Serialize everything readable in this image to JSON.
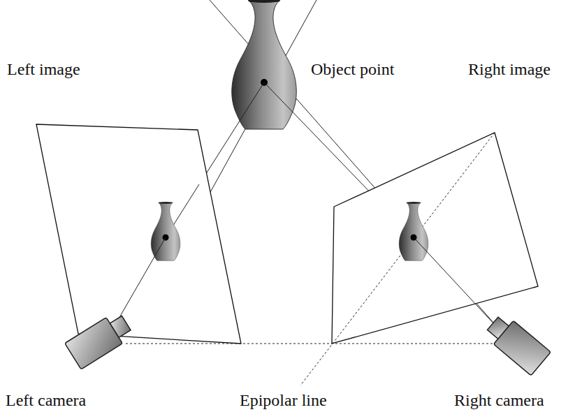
{
  "diagram": {
    "labels": [
      "Left image",
      "Object point",
      "Right image",
      "Left camera",
      "Epipolar line",
      "Right camera"
    ]
  }
}
